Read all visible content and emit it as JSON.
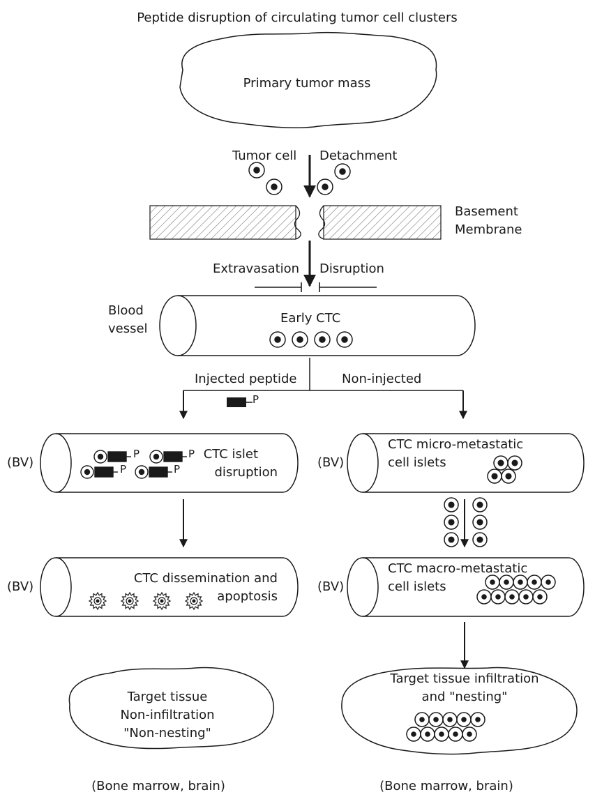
{
  "title": "Peptide disruption of circulating tumor cell clusters",
  "primary": "Primary tumor mass",
  "tumor_cell": "Tumor cell",
  "detachment": "Detachment",
  "basement": "Basement",
  "membrane": "Membrane",
  "extravasation": "Extravasation",
  "disruption": "Disruption",
  "blood": "Blood",
  "vessel": "vessel",
  "early_ctc": "Early CTC",
  "injected": "Injected peptide",
  "non_injected": "Non-injected",
  "peptide_p": "P",
  "bv": "(BV)",
  "islet1": "CTC islet",
  "islet2": "disruption",
  "micro1": "CTC micro-metastatic",
  "micro2": "cell islets",
  "dissem1": "CTC dissemination and",
  "dissem2": "apoptosis",
  "macro1": "CTC macro-metastatic",
  "macro2": "cell islets",
  "target_left1": "Target tissue",
  "target_left2": "Non-infiltration",
  "target_left3": "\"Non-nesting\"",
  "target_right1": "Target tissue infiltration",
  "target_right2": "and \"nesting\"",
  "bone_left": "(Bone marrow, brain)",
  "bone_right": "(Bone marrow, brain)",
  "colors": {
    "ink": "#1a1a1a",
    "hatch": "#7a7a7a"
  }
}
